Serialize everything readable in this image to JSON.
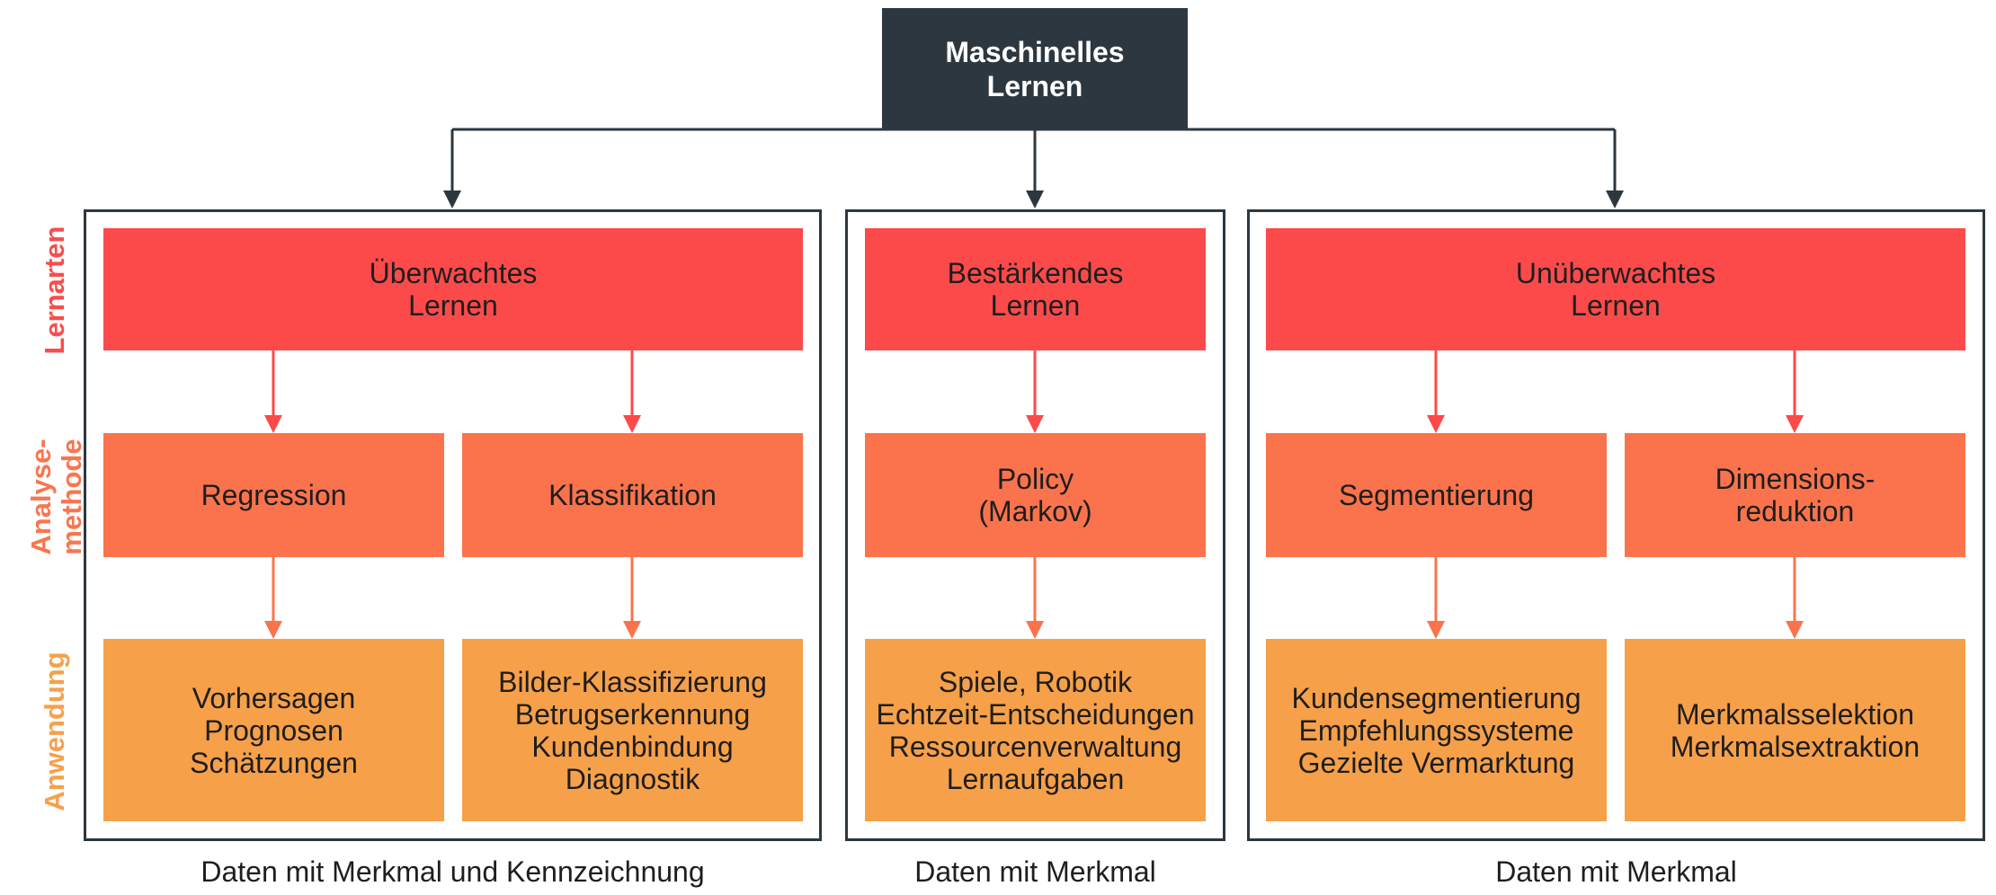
{
  "root": {
    "label": "Maschinelles\nLernen"
  },
  "row_labels": {
    "lernarten": "Lernarten",
    "analysemethode": "Analyse-\nmethode",
    "anwendung": "Anwendung"
  },
  "groups": [
    {
      "caption": "Daten mit Merkmal und Kennzeichnung",
      "learning_type": "Überwachtes\nLernen",
      "methods": [
        {
          "label": "Regression",
          "applications": "Vorhersagen\nPrognosen\nSchätzungen"
        },
        {
          "label": "Klassifikation",
          "applications": "Bilder-Klassifizierung\nBetrugserkennung\nKundenbindung\nDiagnostik"
        }
      ]
    },
    {
      "caption": "Daten mit Merkmal",
      "learning_type": "Bestärkendes\nLernen",
      "methods": [
        {
          "label": "Policy\n(Markov)",
          "applications": "Spiele, Robotik\nEchtzeit-Entscheidungen\nRessourcenverwaltung\nLernaufgaben"
        }
      ]
    },
    {
      "caption": "Daten mit Merkmal",
      "learning_type": "Unüberwachtes\nLernen",
      "methods": [
        {
          "label": "Segmentierung",
          "applications": "Kundensegmentierung\nEmpfehlungssysteme\nGezielte Vermarktung"
        },
        {
          "label": "Dimensions-\nreduktion",
          "applications": "Merkmalsselektion\nMerkmalsextraktion"
        }
      ]
    }
  ],
  "colors": {
    "root": "#2d3740",
    "lernarten": "#fc4a4a",
    "analysemethode": "#fb734c",
    "anwendung": "#f7a04a",
    "label_lernarten": "#f94d4d",
    "label_analysemethode": "#f87650",
    "label_anwendung": "#f7a04a"
  }
}
